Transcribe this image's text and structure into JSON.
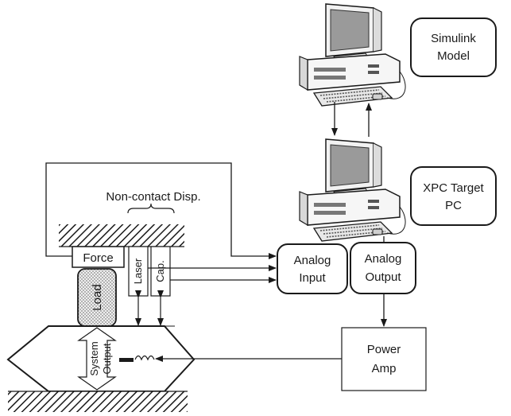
{
  "labels": {
    "simulink_model": [
      "Simulink",
      "Model"
    ],
    "xpc_target": [
      "XPC Target",
      "PC"
    ],
    "non_contact": "Non-contact Disp.",
    "analog_input": [
      "Analog",
      "Input"
    ],
    "analog_output": [
      "Analog",
      "Output"
    ],
    "power_amp": [
      "Power",
      "Amp"
    ],
    "force": "Force",
    "load": "Load",
    "laser": "Laser",
    "cap": "Cap.",
    "system_output": [
      "System",
      "Output"
    ]
  },
  "colors": {
    "line": "#1a1a1a",
    "monitor_screen": "#9a9a9a",
    "load_fill": "#e8e8e8"
  },
  "icons": [
    "desktop-computer-icon",
    "hatched-ground-icon",
    "coil-actuator-icon"
  ]
}
